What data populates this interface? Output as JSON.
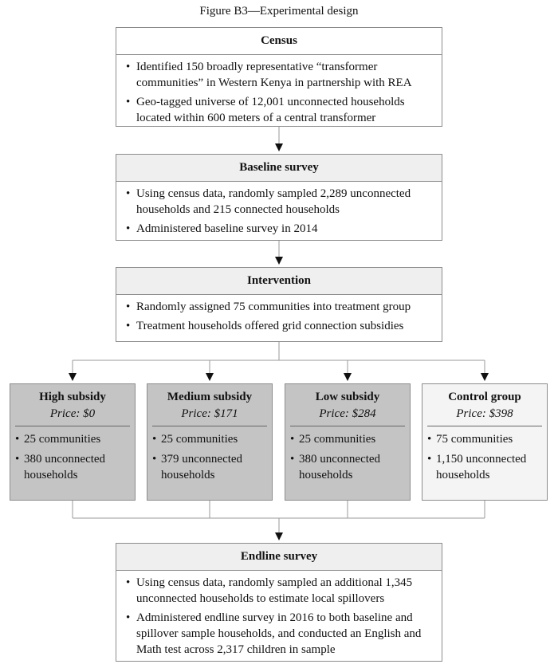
{
  "figure_title": "Figure B3—Experimental design",
  "census": {
    "heading": "Census",
    "bullets": [
      "Identified 150 broadly representative “transformer communities” in Western Kenya in partnership with REA",
      "Geo-tagged universe of 12,001 unconnected households located within 600 meters of a central transformer"
    ]
  },
  "baseline": {
    "heading": "Baseline survey",
    "bullets": [
      "Using census data, randomly sampled 2,289 unconnected households and 215 connected households",
      "Administered baseline survey in 2014"
    ]
  },
  "intervention": {
    "heading": "Intervention",
    "bullets": [
      "Randomly assigned 75 communities into treatment group",
      "Treatment households offered grid connection subsidies"
    ]
  },
  "groups": [
    {
      "heading": "High subsidy",
      "price": "Price: $0",
      "communities": "25 communities",
      "households": "380 unconnected households"
    },
    {
      "heading": "Medium subsidy",
      "price": "Price: $171",
      "communities": "25 communities",
      "households": "379 unconnected households"
    },
    {
      "heading": "Low subsidy",
      "price": "Price: $284",
      "communities": "25 communities",
      "households": "380 unconnected households"
    },
    {
      "heading": "Control group",
      "price": "Price: $398",
      "communities": "75 communities",
      "households": "1,150 unconnected households"
    }
  ],
  "endline": {
    "heading": "Endline survey",
    "bullets": [
      "Using census data, randomly sampled an additional 1,345 unconnected households to estimate local spillovers",
      "Administered endline survey in 2016 to both baseline and spillover sample households, and conducted an English and Math test across 2,317 children in sample"
    ]
  },
  "colors": {
    "treatment_fill": "#c4c4c4",
    "control_fill": "#f4f4f4",
    "header_fill": "#efefef",
    "border": "#8c8c8c",
    "arrow": "#111111"
  }
}
